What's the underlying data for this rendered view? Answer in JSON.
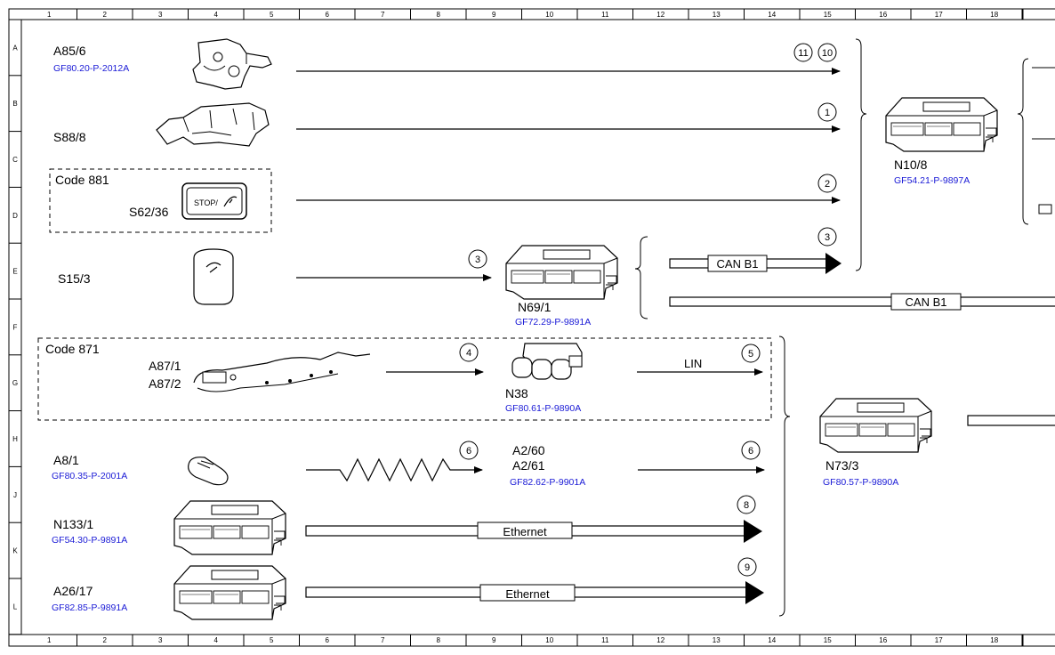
{
  "grid": {
    "columns": [
      "1",
      "2",
      "3",
      "4",
      "5",
      "6",
      "7",
      "8",
      "9",
      "10",
      "11",
      "12",
      "13",
      "14",
      "15",
      "16",
      "17",
      "18"
    ],
    "rows": [
      "A",
      "B",
      "C",
      "D",
      "E",
      "F",
      "G",
      "H",
      "J",
      "K",
      "L"
    ]
  },
  "components": {
    "a85_6": {
      "label": "A85/6",
      "ref": "GF80.20-P-2012A"
    },
    "s88_8": {
      "label": "S88/8"
    },
    "code881": {
      "label": "Code 881"
    },
    "s62_36": {
      "label": "S62/36",
      "button_text": "STOP/"
    },
    "s15_3": {
      "label": "S15/3"
    },
    "n69_1": {
      "label": "N69/1",
      "ref": "GF72.29-P-9891A"
    },
    "code871": {
      "label": "Code 871"
    },
    "a87_1": {
      "label": "A87/1"
    },
    "a87_2": {
      "label": "A87/2"
    },
    "n38": {
      "label": "N38",
      "ref": "GF80.61-P-9890A"
    },
    "a8_1": {
      "label": "A8/1",
      "ref": "GF80.35-P-2001A"
    },
    "a2_60": {
      "label": "A2/60"
    },
    "a2_61": {
      "label": "A2/61",
      "ref": "GF82.62-P-9901A"
    },
    "n133_1": {
      "label": "N133/1",
      "ref": "GF54.30-P-9891A"
    },
    "a26_17": {
      "label": "A26/17",
      "ref": "GF82.85-P-9891A"
    },
    "n10_8": {
      "label": "N10/8",
      "ref": "GF54.21-P-9897A"
    },
    "n73_3": {
      "label": "N73/3",
      "ref": "GF80.57-P-9890A"
    }
  },
  "signals": {
    "s11": "11",
    "s10": "10",
    "s1": "1",
    "s2": "2",
    "s3a": "3",
    "s3b": "3",
    "s4": "4",
    "s5": "5",
    "s6a": "6",
    "s6b": "6",
    "s8": "8",
    "s9": "9"
  },
  "buses": {
    "can_b1_upper": "CAN B1",
    "can_b1_lower": "CAN B1",
    "lin": "LIN",
    "ethernet_1": "Ethernet",
    "ethernet_2": "Ethernet"
  }
}
